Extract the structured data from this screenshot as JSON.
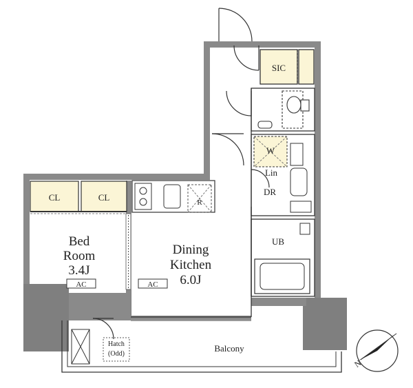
{
  "rooms": {
    "sic": "SIC",
    "cl_left": "CL",
    "cl_right": "CL",
    "bedroom_line1": "Bed",
    "bedroom_line2": "Room",
    "bedroom_size": "3.4J",
    "bedroom_ac": "AC",
    "dk_line1": "Dining",
    "dk_line2": "Kitchen",
    "dk_size": "6.0J",
    "dk_ac": "AC",
    "washer": "W",
    "linen": "Lin",
    "dr": "DR",
    "ub": "UB",
    "refrigerator": "R",
    "balcony": "Balcony",
    "hatch_line1": "Hatch",
    "hatch_line2": "(Odd)"
  },
  "compass": {
    "north_label": "N"
  },
  "colors": {
    "wall": "#8a8a8a",
    "wall_dark": "#7f7f7f",
    "storage": "#fbf5d6",
    "outline": "#333333"
  }
}
